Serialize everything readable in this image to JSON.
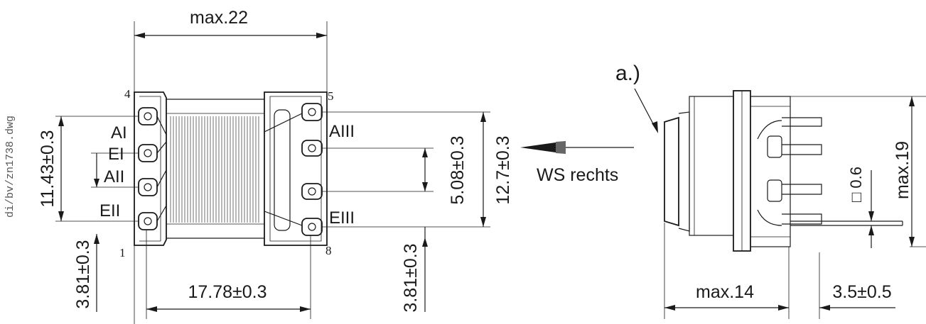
{
  "file_ref": "di/bv/zn1738.dwg",
  "dimensions": {
    "top_width": "max.22",
    "left_height": "11.43±0.3",
    "left_offset": "3.81±0.3",
    "pin_spacing_bottom": "17.78±0.3",
    "inner_pin_pitch": "5.08±0.3",
    "right_offset": "3.81±0.3",
    "overall_height": "12.7±0.3",
    "side_height": "max.19",
    "side_depth": "max.14",
    "pin_length": "3.5±0.5",
    "pin_square": "□ 0.6"
  },
  "pins": {
    "p1": "1",
    "p4": "4",
    "p5": "5",
    "p8": "8"
  },
  "windings": {
    "AI": "AI",
    "EI": "EI",
    "AII": "AII",
    "EII": "EII",
    "AIII": "AIII",
    "EIII": "EIII"
  },
  "view": {
    "marker": "a.)",
    "direction": "WS rechts"
  }
}
